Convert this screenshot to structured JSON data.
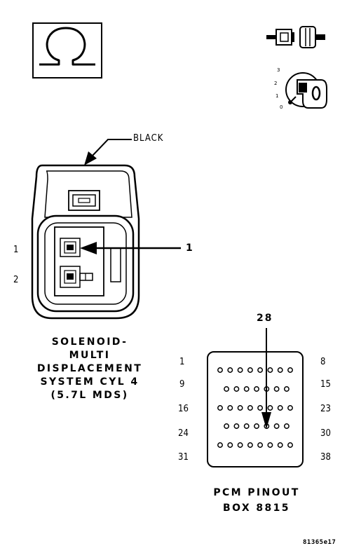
{
  "connector": {
    "color_label": "BLACK",
    "cavity_labels": [
      "1",
      "2"
    ],
    "callout": "1",
    "caption_lines": [
      "SOLENOID-",
      "MULTI DISPLACEMENT",
      "SYSTEM CYL 4",
      "(5.7L MDS)"
    ]
  },
  "ignition_key_positions": [
    "3",
    "2",
    "1",
    "0"
  ],
  "pcm": {
    "callout": "28",
    "left_labels": [
      "1",
      "9",
      "16",
      "24",
      "31"
    ],
    "right_labels": [
      "8",
      "15",
      "23",
      "30",
      "38"
    ],
    "row_pin_counts": [
      8,
      7,
      8,
      7,
      8
    ],
    "caption_lines": [
      "PCM PINOUT",
      "BOX 8815"
    ]
  },
  "figure_id": "81365e17"
}
